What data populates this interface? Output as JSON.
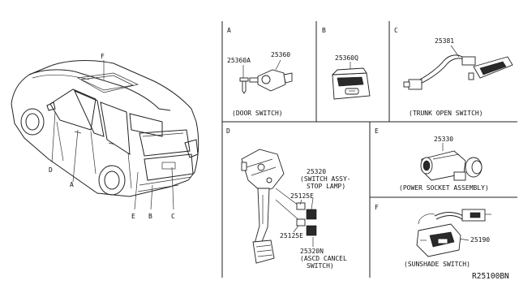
{
  "vehicle": {
    "callouts": {
      "f": "F",
      "d": "D",
      "a": "A",
      "e": "E",
      "b": "B",
      "c": "C"
    }
  },
  "panels": {
    "a": {
      "letter": "A",
      "parts": [
        {
          "number": "25360A"
        },
        {
          "number": "25360"
        }
      ],
      "caption": "(DOOR SWITCH)"
    },
    "b": {
      "letter": "B",
      "parts": [
        {
          "number": "25360Q"
        }
      ]
    },
    "c": {
      "letter": "C",
      "parts": [
        {
          "number": "25381"
        }
      ],
      "caption": "(TRUNK OPEN SWITCH)"
    },
    "d": {
      "letter": "D",
      "parts": [
        {
          "number": "25320",
          "desc_line1": "(SWITCH ASSY-",
          "desc_line2": "STOP LAMP)"
        },
        {
          "number": "25125E"
        },
        {
          "number": "25125E"
        },
        {
          "number": "25320N",
          "desc_line1": "(ASCD CANCEL",
          "desc_line2": "SWITCH)"
        }
      ]
    },
    "e": {
      "letter": "E",
      "parts": [
        {
          "number": "25330"
        }
      ],
      "caption": "(POWER SOCKET ASSEMBLY)"
    },
    "f": {
      "letter": "F",
      "parts": [
        {
          "number": "25190"
        }
      ],
      "caption": "(SUNSHADE SWITCH)"
    }
  },
  "diagram_code": "R25100BN"
}
